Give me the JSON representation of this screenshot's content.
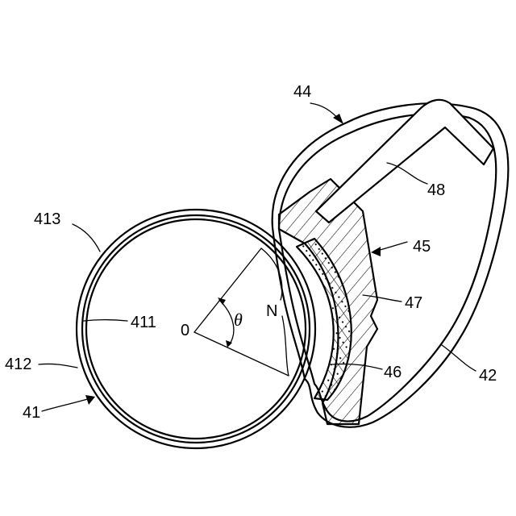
{
  "labels": {
    "l44": "44",
    "l48": "48",
    "l45": "45",
    "l47": "47",
    "l46": "46",
    "l42": "42",
    "l413": "413",
    "l411": "411",
    "l412": "412",
    "l41": "41",
    "center": "0",
    "theta": "θ",
    "n": "N"
  }
}
